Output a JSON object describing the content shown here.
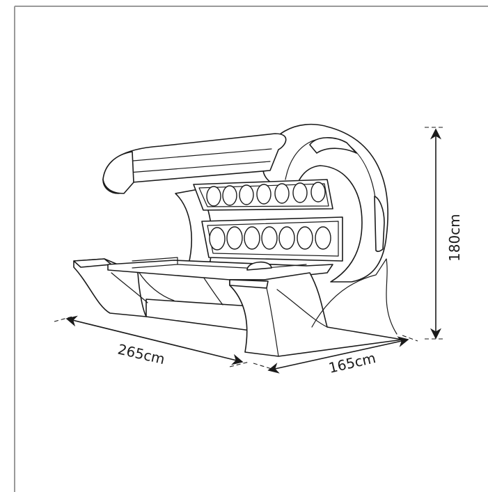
{
  "dimensions": {
    "length": "265cm",
    "width": "165cm",
    "height": "180cm"
  },
  "colors": {
    "frame_border": "#999999",
    "line": "#1a1a1a",
    "background": "#ffffff"
  }
}
